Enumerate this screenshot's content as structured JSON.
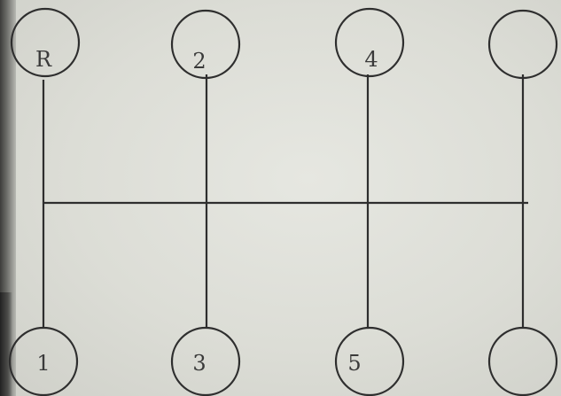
{
  "shift_pattern": {
    "top_row": [
      {
        "label": "R"
      },
      {
        "label": "2"
      },
      {
        "label": "4"
      },
      {
        "label": ""
      }
    ],
    "bottom_row": [
      {
        "label": "1"
      },
      {
        "label": "3"
      },
      {
        "label": "5"
      },
      {
        "label": ""
      }
    ]
  },
  "colors": {
    "line": "#2e2e2e",
    "background": "#dcddd6"
  }
}
